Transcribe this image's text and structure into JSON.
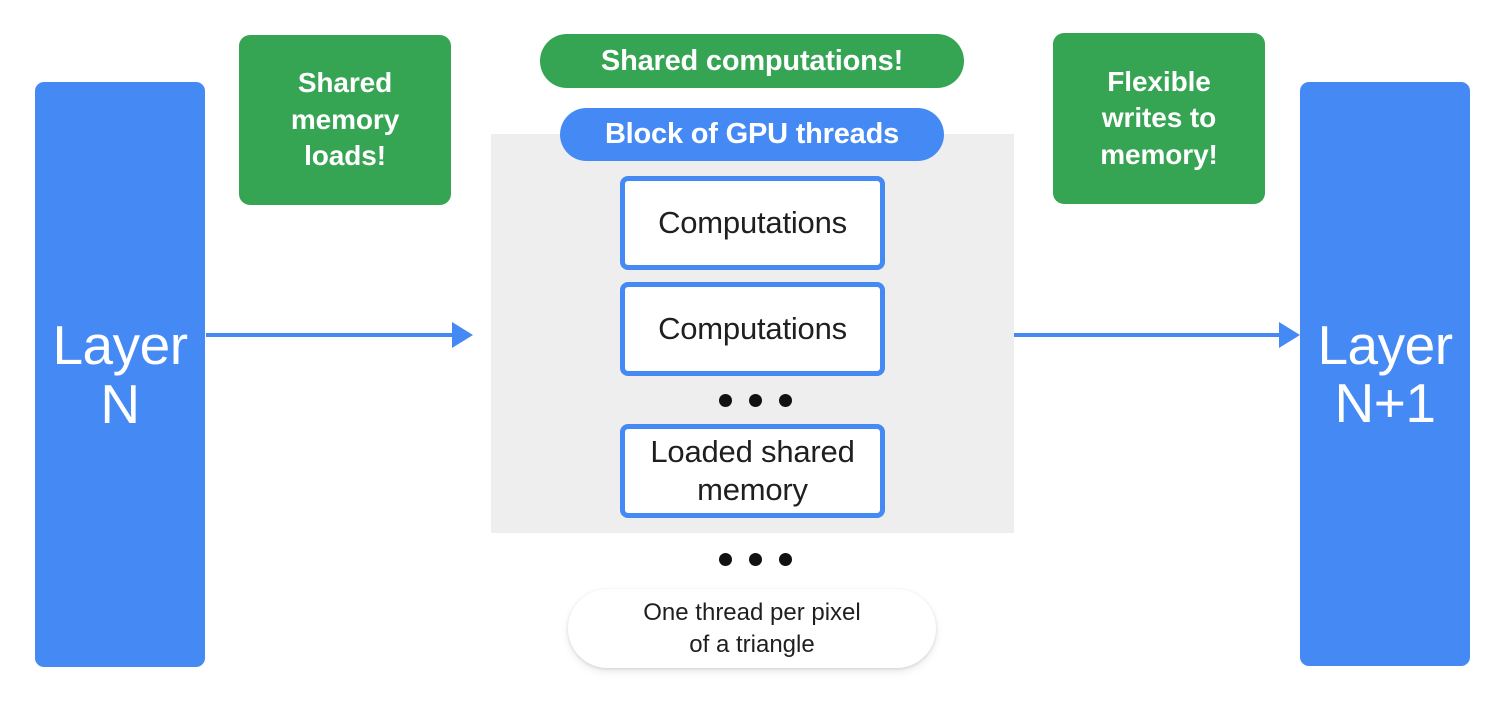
{
  "diagram": {
    "title": "GPU block shared-memory dataflow between neural network layers",
    "colors": {
      "blue": "#4589f5",
      "green": "#35a453",
      "gray_block": "#eeeeee",
      "white": "#ffffff",
      "text_dark": "#1f1f1f",
      "dot": "#111111"
    }
  },
  "layers": {
    "input": {
      "label": "Layer\nN"
    },
    "output": {
      "label": "Layer\nN+1"
    }
  },
  "callouts": {
    "left": {
      "label": "Shared\nmemory\nloads!"
    },
    "right": {
      "label": "Flexible\nwrites to\nmemory!"
    }
  },
  "pills": {
    "shared_computations": {
      "label": "Shared computations!"
    },
    "block_of_gpu_threads": {
      "label": "Block of GPU threads"
    },
    "one_thread": {
      "label": "One thread per pixel\nof a triangle"
    }
  },
  "gpu_block": {
    "thread_boxes": [
      {
        "label": "Computations"
      },
      {
        "label": "Computations"
      },
      {
        "label": "Loaded shared\nmemory"
      }
    ],
    "ellipsis_inner": "• • •",
    "ellipsis_outer": "• • •"
  },
  "arrows": {
    "input_to_block": {
      "direction": "right"
    },
    "block_to_output": {
      "direction": "right"
    }
  }
}
